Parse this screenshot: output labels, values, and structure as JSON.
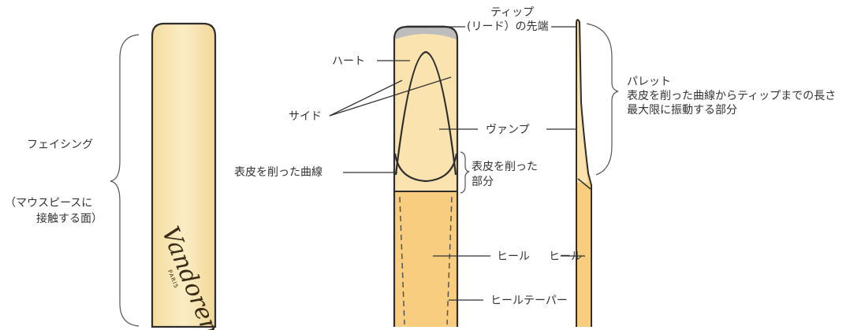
{
  "labels": {
    "facing": "フェイシング",
    "facing_note_line1": "（マウスピースに",
    "facing_note_line2": "接触する面）",
    "tip_line1": "ティップ",
    "tip_line2": "(リード）の先端",
    "heart": "ハート",
    "side": "サイド",
    "vamp": "ヴァンプ",
    "cut_curve": "表皮を削った曲線",
    "cut_part_line1": "表皮を削った",
    "cut_part_line2": "部分",
    "heel_mid": "ヒール",
    "heel_right": "ヒール",
    "heel_taper": "ヒールテーパー",
    "palette_line1": "パレット",
    "palette_line2": "表皮を削った曲線からティップまでの長さ",
    "palette_line3": "最大限に振動する部分"
  },
  "brand": {
    "name": "Vandoren",
    "city": "PARIS"
  },
  "colors": {
    "reed_light": "#f9e6b8",
    "reed_edge": "#f1d48e",
    "vamp_fill": "#fbe3b0",
    "heel_fill": "#f8cd80",
    "tip_gray": "#bdbdbd",
    "outline": "#2e2e2e"
  }
}
